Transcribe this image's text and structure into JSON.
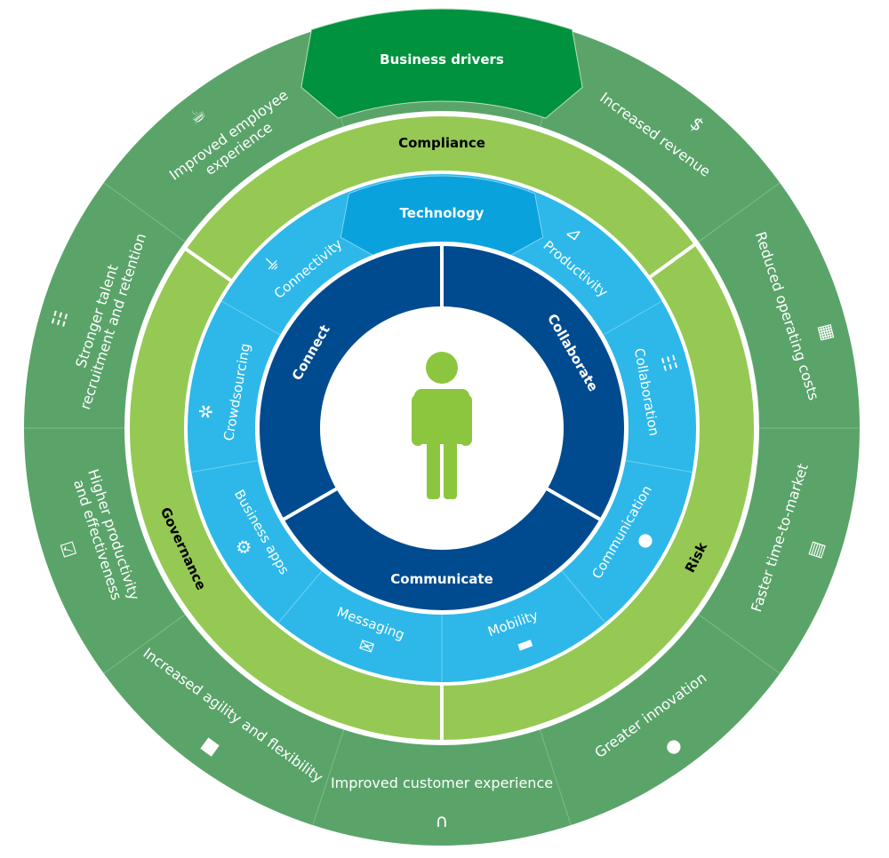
{
  "colors": {
    "outer_green": "#5aa469",
    "header_green": "#00923f",
    "light_green": "#95c954",
    "blue": "#2db8e9",
    "tech_blue": "#0aa2dc",
    "dark_blue": "#004b8f",
    "person": "#8cc63f"
  },
  "outer_ring": {
    "header": "Business drivers",
    "items": [
      {
        "lines": [
          "Increased revenue"
        ],
        "icon": "piggy-bank-icon",
        "glyph": "$"
      },
      {
        "lines": [
          "Reduced operating costs"
        ],
        "icon": "calculator-icon",
        "glyph": "▦"
      },
      {
        "lines": [
          "Faster time-to-market"
        ],
        "icon": "shopping-cart-icon",
        "glyph": "▤"
      },
      {
        "lines": [
          "Greater innovation"
        ],
        "icon": "lightbulb-icon",
        "glyph": "●"
      },
      {
        "lines": [
          "Improved customer experience"
        ],
        "icon": "headphones-icon",
        "glyph": "∩"
      },
      {
        "lines": [
          "Increased agility and flexibility"
        ],
        "icon": "truck-icon",
        "glyph": "■"
      },
      {
        "lines": [
          "Higher productivity",
          "and effectiveness"
        ],
        "icon": "clipboard-icon",
        "glyph": "☑"
      },
      {
        "lines": [
          "Stronger talent",
          "recruitment and retention"
        ],
        "icon": "people-icon",
        "glyph": "☷"
      },
      {
        "lines": [
          "Improved employee",
          "experience"
        ],
        "icon": "coffee-cup-icon",
        "glyph": "☕"
      }
    ]
  },
  "governance_ring": {
    "items": [
      "Compliance",
      "Risk",
      "Governance"
    ]
  },
  "technology_ring": {
    "header": "Technology",
    "items": [
      {
        "label": "Productivity",
        "icon": "hand-truck-icon",
        "glyph": "⊿"
      },
      {
        "label": "Collaboration",
        "icon": "people-icon",
        "glyph": "☷"
      },
      {
        "label": "Communication",
        "icon": "speech-bubble-icon",
        "glyph": "●"
      },
      {
        "label": "Mobility",
        "icon": "briefcase-icon",
        "glyph": "▬"
      },
      {
        "label": "Messaging",
        "icon": "envelope-icon",
        "glyph": "✉"
      },
      {
        "label": "Business apps",
        "icon": "gear-icon",
        "glyph": "⚙"
      },
      {
        "label": "Crowdsourcing",
        "icon": "network-icon",
        "glyph": "✲"
      },
      {
        "label": "Connectivity",
        "icon": "plug-icon",
        "glyph": "⏚"
      }
    ]
  },
  "core_ring": {
    "items": [
      "Collaborate",
      "Communicate",
      "Connect"
    ]
  }
}
